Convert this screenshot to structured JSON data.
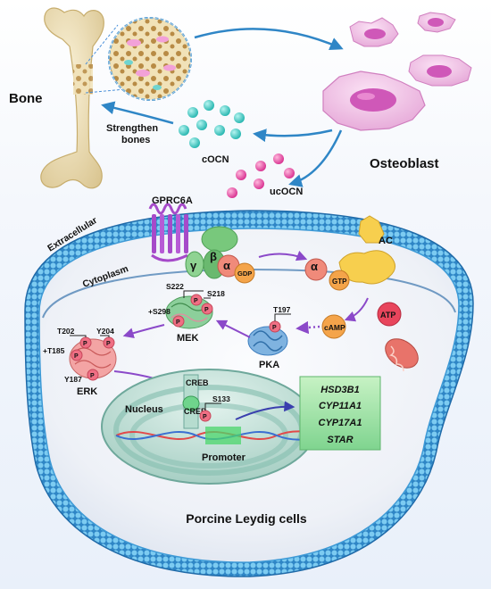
{
  "labels": {
    "bone": "Bone",
    "osteoblast": "Osteoblast",
    "strengthen_line1": "Strengthen",
    "strengthen_line2": "bones",
    "cocn": "cOCN",
    "ucocn": "ucOCN",
    "gprc6a": "GPRC6A",
    "extracellular": "Extracellular",
    "cytoplasm": "Cytoplasm",
    "ac": "AC",
    "gamma": "γ",
    "beta": "β",
    "alpha": "α",
    "alpha2": "α",
    "gdp": "GDP",
    "gtp": "GTP",
    "atp": "ATP",
    "camp": "cAMP",
    "pka": "PKA",
    "t197": "T197",
    "p": "P",
    "mek": "MEK",
    "s222": "S222",
    "s218": "S218",
    "s298": "+S298",
    "erk": "ERK",
    "t202": "T202",
    "y204": "Y204",
    "t185": "+T185",
    "y187": "Y187",
    "creb_top": "CREB",
    "creb_bottom": "CREB",
    "s133": "S133",
    "nucleus": "Nucleus",
    "promoter": "Promoter",
    "cell_title": "Porcine Leydig cells"
  },
  "genes": [
    "HSD3B1",
    "CYP11A1",
    "CYP17A1",
    "STAR"
  ],
  "colors": {
    "membrane": "#5fb6e8",
    "membrane_dark": "#2f86c6",
    "cocn": "#3cc9c4",
    "ucocn": "#e64aa6",
    "arrow": "#8b49c9",
    "bone": "#efe2bd",
    "osteoblast": "#f3c6e8",
    "gene_box": "#9ee2a6",
    "phospho": "#ef6f84"
  }
}
